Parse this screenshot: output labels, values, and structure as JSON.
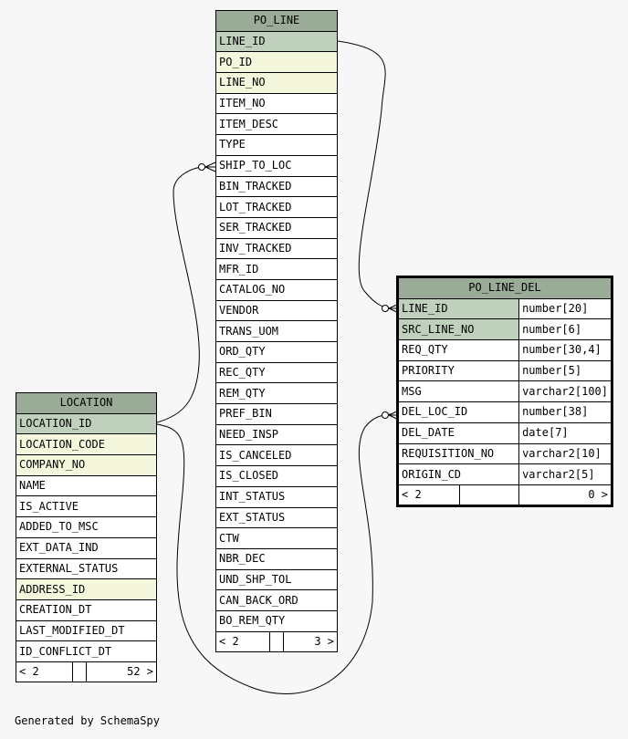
{
  "po_line": {
    "title": "PO_LINE",
    "columns": [
      {
        "name": "LINE_ID",
        "kind": "pk"
      },
      {
        "name": "PO_ID",
        "kind": "fk"
      },
      {
        "name": "LINE_NO",
        "kind": "fk"
      },
      {
        "name": "ITEM_NO",
        "kind": ""
      },
      {
        "name": "ITEM_DESC",
        "kind": ""
      },
      {
        "name": "TYPE",
        "kind": ""
      },
      {
        "name": "SHIP_TO_LOC",
        "kind": ""
      },
      {
        "name": "BIN_TRACKED",
        "kind": ""
      },
      {
        "name": "LOT_TRACKED",
        "kind": ""
      },
      {
        "name": "SER_TRACKED",
        "kind": ""
      },
      {
        "name": "INV_TRACKED",
        "kind": ""
      },
      {
        "name": "MFR_ID",
        "kind": ""
      },
      {
        "name": "CATALOG_NO",
        "kind": ""
      },
      {
        "name": "VENDOR",
        "kind": ""
      },
      {
        "name": "TRANS_UOM",
        "kind": ""
      },
      {
        "name": "ORD_QTY",
        "kind": ""
      },
      {
        "name": "REC_QTY",
        "kind": ""
      },
      {
        "name": "REM_QTY",
        "kind": ""
      },
      {
        "name": "PREF_BIN",
        "kind": ""
      },
      {
        "name": "NEED_INSP",
        "kind": ""
      },
      {
        "name": "IS_CANCELED",
        "kind": ""
      },
      {
        "name": "IS_CLOSED",
        "kind": ""
      },
      {
        "name": "INT_STATUS",
        "kind": ""
      },
      {
        "name": "EXT_STATUS",
        "kind": ""
      },
      {
        "name": "CTW",
        "kind": ""
      },
      {
        "name": "NBR_DEC",
        "kind": ""
      },
      {
        "name": "UND_SHP_TOL",
        "kind": ""
      },
      {
        "name": "CAN_BACK_ORD",
        "kind": ""
      },
      {
        "name": "BO_REM_QTY",
        "kind": ""
      }
    ],
    "footer_left": "< 2",
    "footer_right": "3 >"
  },
  "location": {
    "title": "LOCATION",
    "columns": [
      {
        "name": "LOCATION_ID",
        "kind": "pk"
      },
      {
        "name": "LOCATION_CODE",
        "kind": "fk"
      },
      {
        "name": "COMPANY_NO",
        "kind": "fk"
      },
      {
        "name": "NAME",
        "kind": ""
      },
      {
        "name": "IS_ACTIVE",
        "kind": ""
      },
      {
        "name": "ADDED_TO_MSC",
        "kind": ""
      },
      {
        "name": "EXT_DATA_IND",
        "kind": ""
      },
      {
        "name": "EXTERNAL_STATUS",
        "kind": ""
      },
      {
        "name": "ADDRESS_ID",
        "kind": "fk"
      },
      {
        "name": "CREATION_DT",
        "kind": ""
      },
      {
        "name": "LAST_MODIFIED_DT",
        "kind": ""
      },
      {
        "name": "ID_CONFLICT_DT",
        "kind": ""
      }
    ],
    "footer_left": "< 2",
    "footer_right": "52 >"
  },
  "po_line_del": {
    "title": "PO_LINE_DEL",
    "columns": [
      {
        "name": "LINE_ID",
        "type": "number[20]",
        "kind": "pk"
      },
      {
        "name": "SRC_LINE_NO",
        "type": "number[6]",
        "kind": "pk"
      },
      {
        "name": "REQ_QTY",
        "type": "number[30,4]",
        "kind": ""
      },
      {
        "name": "PRIORITY",
        "type": "number[5]",
        "kind": ""
      },
      {
        "name": "MSG",
        "type": "varchar2[100]",
        "kind": ""
      },
      {
        "name": "DEL_LOC_ID",
        "type": "number[38]",
        "kind": ""
      },
      {
        "name": "DEL_DATE",
        "type": "date[7]",
        "kind": ""
      },
      {
        "name": "REQUISITION_NO",
        "type": "varchar2[10]",
        "kind": ""
      },
      {
        "name": "ORIGIN_CD",
        "type": "varchar2[5]",
        "kind": ""
      }
    ],
    "footer_left": "< 2",
    "footer_right": "0 >"
  },
  "footer": "Generated by SchemaSpy"
}
